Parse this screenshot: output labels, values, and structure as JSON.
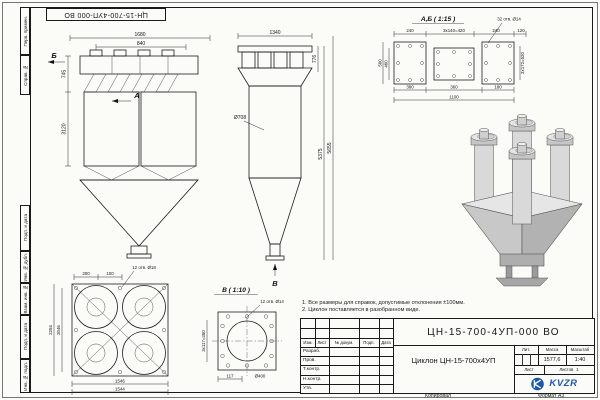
{
  "sheet": {
    "stamp_top": "ЦН-15-700-4УП-000 ВО",
    "margin_labels": [
      "Перв. примен.",
      "Справ. №",
      "Подп. и дата",
      "Инв. № дубл.",
      "Взам. инв. №",
      "Подп. и дата",
      "Инв. № подл."
    ],
    "footer_copied": "Копировал",
    "footer_format": "Формат А3"
  },
  "views": {
    "front": {
      "dim_top_outer": "1680",
      "dim_top_inner": "840",
      "dim_left_upper": "745",
      "dim_left_lower": "3120",
      "arrow_b": "Б",
      "arrow_a": "А"
    },
    "side": {
      "dim_top": "1340",
      "dim_right_small": "776",
      "dim_right_outer": "5655",
      "dim_right_inner": "5375",
      "dim_dia": "Ø708",
      "arrow_v": "В"
    },
    "section_ab": {
      "title": "А,Б ( 1:15 )",
      "holes_label": "32 отв. Ø14",
      "dim_t1": "240",
      "dim_t2": "3х140=420",
      "dim_t3": "240",
      "dim_t4": "120",
      "dim_l_outer": "560",
      "dim_l_inner": "460",
      "dim_right": "3х172=520",
      "dim_b1": "380",
      "dim_b2": "360",
      "dim_b3": "180",
      "dim_b_total": "1100"
    },
    "plan": {
      "holes_label": "12 отв. Ø18",
      "dim_t1": "200",
      "dim_t2": "100",
      "dim_l_outer": "2254",
      "dim_l_inner": "2046",
      "dim_b1": "1546",
      "dim_b2": "1544"
    },
    "view_v": {
      "title": "В ( 1:10 )",
      "holes_label": "12 отв. Ø14",
      "dim_left": "3х117=350",
      "dim_b1": "117",
      "dim_dia": "Ø400"
    }
  },
  "notes": [
    "1. Все размеры для справок, допустимые отклонения ±100мм.",
    "2. Циклон поставляется в разобранном виде."
  ],
  "title_block": {
    "doc_code": "ЦН-15-700-4УП-000 ВО",
    "doc_name": "Циклон ЦН-15-700х4УП",
    "cols": [
      "Изм.",
      "Лист",
      "№ докум.",
      "Подп.",
      "Дата"
    ],
    "roles": [
      "Разраб.",
      "Пров.",
      "Т.контр.",
      "Н.контр.",
      "Утв."
    ],
    "lit_label": "Лит.",
    "mass_label": "Масса",
    "scale_label": "Масштаб",
    "mass_value": "1577,6",
    "scale_value": "1:40",
    "sheet_label": "Лист",
    "sheets_label": "Листов",
    "sheets_value": "1",
    "logo_text": "KVZR",
    "accent_color": "#1a57b0"
  }
}
